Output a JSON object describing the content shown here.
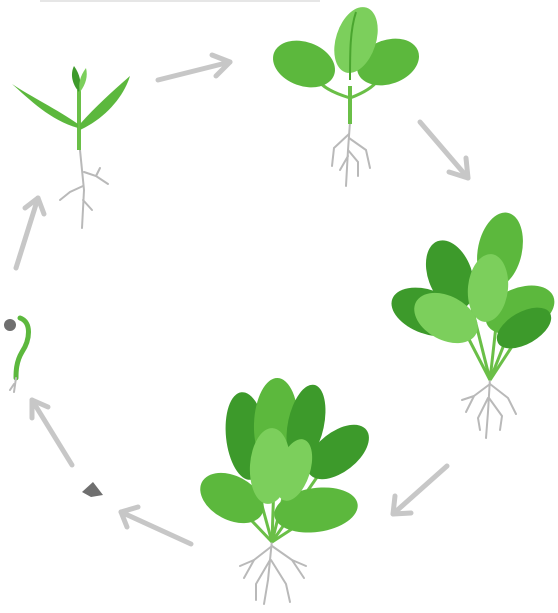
{
  "diagram": {
    "type": "plant-life-cycle",
    "stages": [
      {
        "id": "seed",
        "icon": "seed-icon"
      },
      {
        "id": "germinating",
        "icon": "germinating-seed-icon"
      },
      {
        "id": "seedling",
        "icon": "seedling-icon"
      },
      {
        "id": "young-plant",
        "icon": "young-plant-icon"
      },
      {
        "id": "growing-plant",
        "icon": "growing-plant-icon"
      },
      {
        "id": "mature-plant",
        "icon": "mature-plant-icon"
      }
    ],
    "arrows": [
      {
        "from": "seed",
        "to": "germinating"
      },
      {
        "from": "germinating",
        "to": "seedling"
      },
      {
        "from": "seedling",
        "to": "young-plant"
      },
      {
        "from": "young-plant",
        "to": "growing-plant"
      },
      {
        "from": "growing-plant",
        "to": "mature-plant"
      },
      {
        "from": "mature-plant",
        "to": "seed"
      }
    ],
    "colors": {
      "leaf_dark": "#3d9a2b",
      "leaf_mid": "#5cb83d",
      "leaf_light": "#7ccf5c",
      "stem": "#6abf47",
      "root": "#b9b9b9",
      "arrow": "#c7c7c7",
      "seed": "#6f6f6f"
    }
  }
}
